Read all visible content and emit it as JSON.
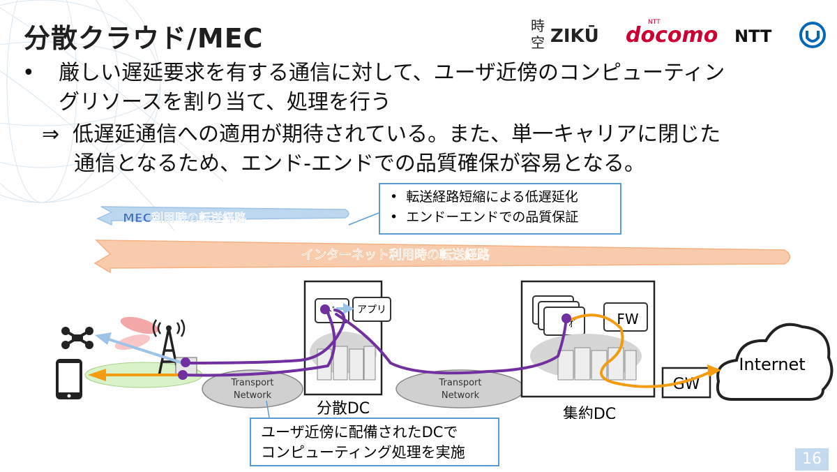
{
  "slide": {
    "title": "分散クラウド/MEC",
    "page_number": "16"
  },
  "logos": {
    "ziku_kanji_top": "時",
    "ziku_kanji_bottom": "空",
    "ziku": "ZIKŪ",
    "ntt_small": "NTT",
    "docomo": "docomo",
    "ntt": "NTT"
  },
  "bullets": {
    "marker": "•",
    "line1": "厳しい遅延要求を有する通信に対して、ユーザ近傍のコンピューティン",
    "line2": "グリソースを割り当て、処理を行う",
    "arrow": "⇒",
    "line3": "低遅延通信への適用が期待されている。また、単一キャリアに閉じた",
    "line4": "通信となるため、エンド-エンドでの品質確保が容易となる。"
  },
  "callout": {
    "items": [
      "転送経路短縮による低遅延化",
      "エンドーエンドでの品質保証"
    ]
  },
  "diagram": {
    "mec_route_label": "MEC利用時の転送経路",
    "internet_route_label": "インターネット利用時の転送経路",
    "transport_network_1": [
      "Transport",
      "Network"
    ],
    "transport_network_2": [
      "Transport",
      "Network"
    ],
    "distributed_dc_label": "分散DC",
    "aggregated_dc_label": "集約DC",
    "app_label": "アプリ",
    "app_partial_label": "ﾄﾞ",
    "fw_label": "FW",
    "gw_label": "GW",
    "internet_label": "Internet",
    "vm_label": "ｵﾞ",
    "dc_caption": [
      "ユーザ近傍に配備されたDCで",
      "コンピューティング処理を実施"
    ]
  },
  "colors": {
    "mec_route": "#9dc3e6",
    "mec_route_text": "#2e75b6",
    "internet_route": "#f4b183",
    "internet_route_text": "#ed7d31",
    "purple_path": "#7030a0",
    "orange_path": "#f39c12",
    "callout_border": "#5b9bd5",
    "docomo_red": "#cc0033",
    "ntt_blue": "#0068b7"
  }
}
